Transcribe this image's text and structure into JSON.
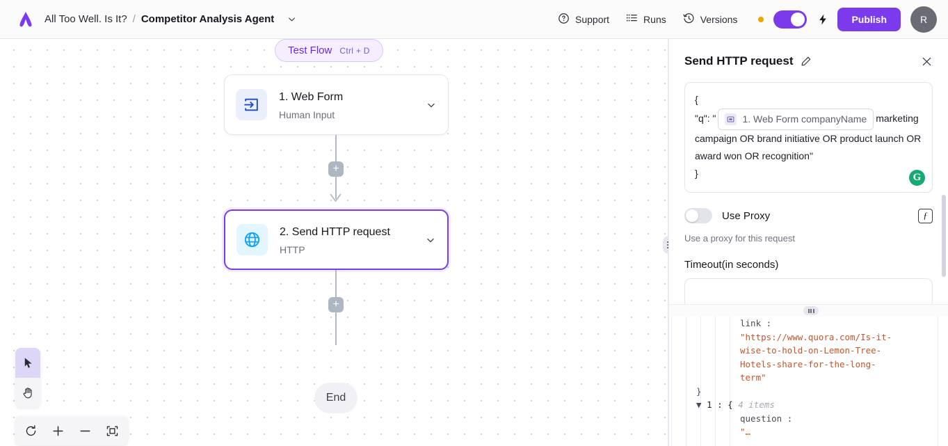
{
  "topbar": {
    "logo_icon": "app-logo-icon",
    "breadcrumb_parent": "All Too Well. Is It?",
    "breadcrumb_separator": "/",
    "breadcrumb_current": "Competitor Analysis Agent",
    "breadcrumb_chevron_icon": "chevron-down-icon",
    "support_label": "Support",
    "support_icon": "question-circle-icon",
    "runs_label": "Runs",
    "runs_icon": "list-icon",
    "versions_label": "Versions",
    "versions_icon": "history-clock-icon",
    "status_dot_color": "#f0a500",
    "toggle_on": true,
    "toggle_color": "#7c3aed",
    "bolt_icon": "lightning-bolt-icon",
    "publish_label": "Publish",
    "publish_color": "#7c3aed",
    "avatar_initial": "R",
    "avatar_color": "#6b6b75"
  },
  "canvas": {
    "test_flow_label": "Test Flow",
    "test_flow_shortcut": "Ctrl + D",
    "nodes": [
      {
        "title": "1. Web Form",
        "subtitle": "Human Input",
        "icon": "web-form-enter-icon",
        "icon_color": "#1f4bc2",
        "selected": false
      },
      {
        "title": "2. Send HTTP request",
        "subtitle": "HTTP",
        "icon": "globe-icon",
        "icon_color": "#11a4f5",
        "selected": true
      }
    ],
    "add_step_label": "+",
    "end_label": "End",
    "tools": [
      {
        "name": "pointer-tool",
        "icon": "cursor-arrow-icon",
        "active": true
      },
      {
        "name": "hand-tool",
        "icon": "hand-icon",
        "active": false
      }
    ],
    "zoom_controls": [
      {
        "name": "reset-view-button",
        "icon": "refresh-icon"
      },
      {
        "name": "zoom-in-button",
        "icon": "plus-icon"
      },
      {
        "name": "zoom-out-button",
        "icon": "minus-icon"
      },
      {
        "name": "fit-view-button",
        "icon": "fit-screen-icon"
      }
    ]
  },
  "panel": {
    "title": "Send HTTP request",
    "edit_icon": "pencil-icon",
    "close_icon": "close-icon",
    "body_field": {
      "line_open": "{",
      "key_prefix": "\"q\": \"",
      "chip_icon": "variable-icon",
      "chip_label": "1. Web Form companyName",
      "text_after_chip": "marketing campaign OR brand initiative OR product launch OR award won OR recognition\"",
      "line_close": "}",
      "grammarly_badge": "G"
    },
    "use_proxy_label": "Use Proxy",
    "use_proxy_on": false,
    "use_proxy_hint": "Use a proxy for this request",
    "fx_label": "ƒ",
    "timeout_label": "Timeout(in seconds)",
    "timeout_value": "",
    "timeout_placeholder": ""
  },
  "json_output": {
    "lines": [
      {
        "indent": 4,
        "parts": [
          {
            "t": "link :",
            "c": "k"
          }
        ]
      },
      {
        "indent": 4,
        "parts": [
          {
            "t": "\"https://www.quora.com/Is-it-",
            "c": "s"
          }
        ]
      },
      {
        "indent": 4,
        "parts": [
          {
            "t": "wise-to-hold-on-Lemon-Tree-",
            "c": "s"
          }
        ]
      },
      {
        "indent": 4,
        "parts": [
          {
            "t": "Hotels-share-for-the-long-",
            "c": "s"
          }
        ]
      },
      {
        "indent": 4,
        "parts": [
          {
            "t": "term\"",
            "c": "s"
          }
        ]
      },
      {
        "indent": 1,
        "parts": [
          {
            "t": "}",
            "c": "p"
          }
        ]
      },
      {
        "indent": 1,
        "parts": [
          {
            "t": "▼ ",
            "c": "tri"
          },
          {
            "t": "1 : { ",
            "c": "num"
          },
          {
            "t": "4 items",
            "c": "meta"
          }
        ]
      },
      {
        "indent": 4,
        "parts": [
          {
            "t": "question :",
            "c": "k"
          }
        ]
      },
      {
        "indent": 4,
        "parts": [
          {
            "t": "\"…",
            "c": "s"
          }
        ]
      }
    ]
  },
  "splitters": {
    "vertical_grip": "panel-resize-handle",
    "horizontal_grip": "output-resize-handle"
  }
}
